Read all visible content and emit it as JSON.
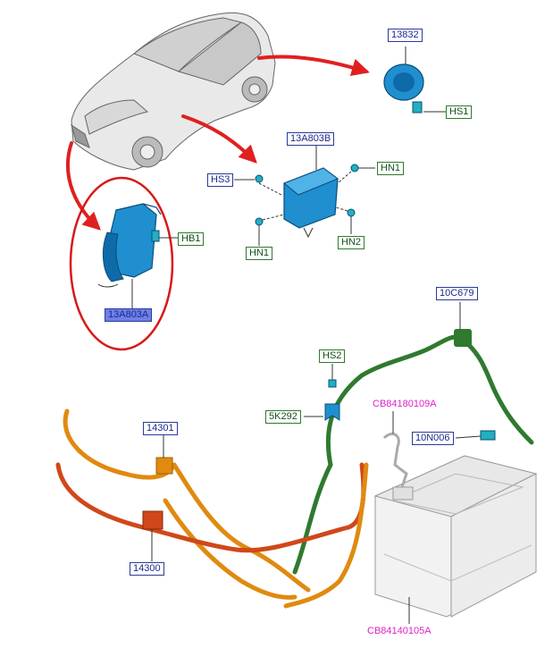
{
  "labels": {
    "l13832": "13832",
    "hs1": "HS1",
    "l13a803b": "13A803B",
    "hs3": "HS3",
    "hn1a": "HN1",
    "hn1b": "HN1",
    "hn2": "HN2",
    "hb1": "HB1",
    "l13a803a": "13A803A",
    "l10c679": "10C679",
    "hs2": "HS2",
    "cb1": "CB84180109A",
    "l5k292": "5K292",
    "l10n006": "10N006",
    "l14301": "14301",
    "l14300": "14300",
    "cb2": "CB84140105A"
  },
  "colors": {
    "label_blue": "#2b3a9a",
    "label_green": "#2f7a2f",
    "label_magenta": "#e020c8",
    "arrow_red": "#e02020",
    "part_blue": "#1f8fd0",
    "harness_green": "#2f7a2f",
    "harness_orange": "#e08a10",
    "harness_red": "#d0481a"
  }
}
